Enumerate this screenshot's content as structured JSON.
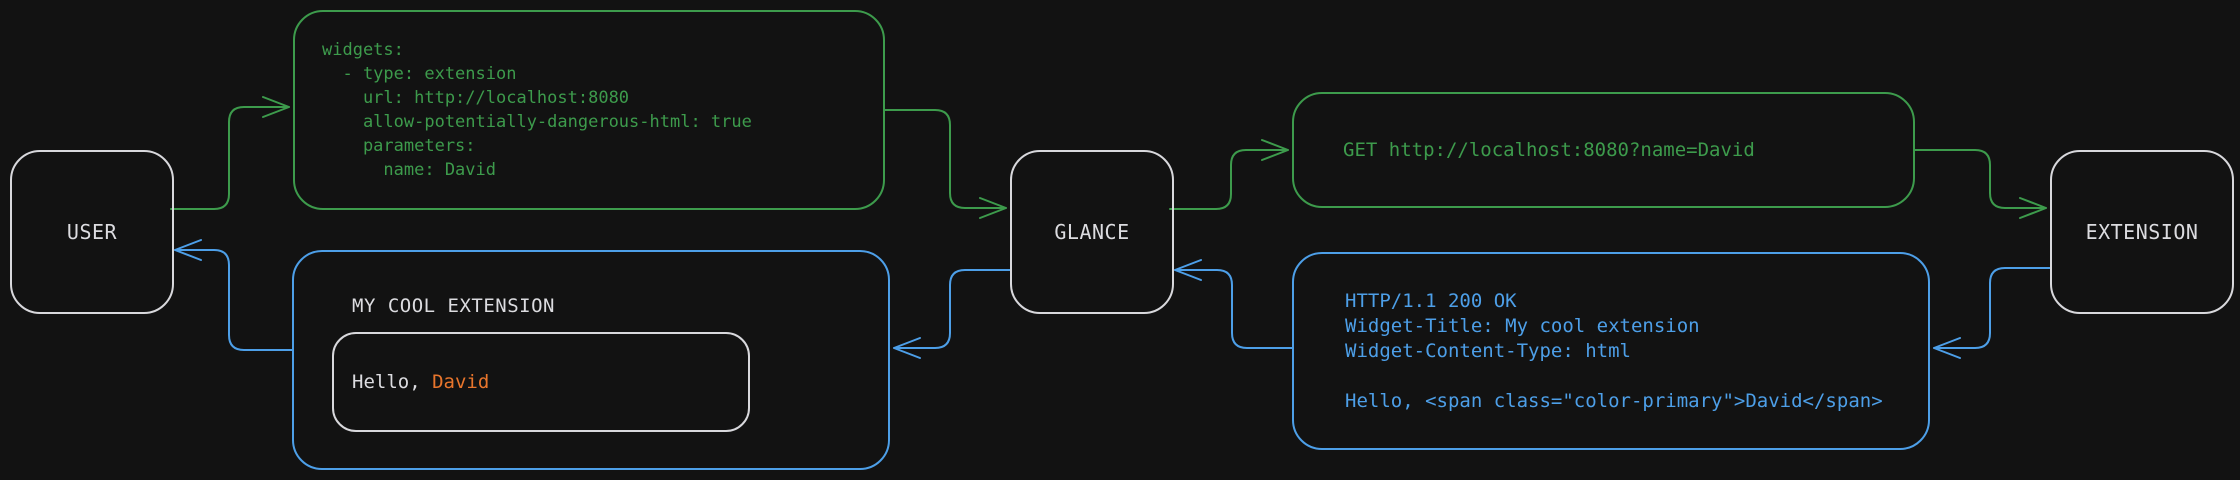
{
  "diagram": {
    "nodes": {
      "user": {
        "label": "USER"
      },
      "glance": {
        "label": "GLANCE"
      },
      "extension": {
        "label": "EXTENSION"
      }
    },
    "config_box": {
      "lines": [
        "widgets:",
        "  - type: extension",
        "    url: http://localhost:8080",
        "    allow-potentially-dangerous-html: true",
        "    parameters:",
        "      name: David"
      ]
    },
    "request_box": {
      "text": "GET http://localhost:8080?name=David"
    },
    "response_box": {
      "lines": [
        "HTTP/1.1 200 OK",
        "Widget-Title: My cool extension",
        "Widget-Content-Type: html",
        "",
        "Hello, <span class=\"color-primary\">David</span>"
      ]
    },
    "widget_box": {
      "title": "MY COOL EXTENSION",
      "greeting": {
        "prefix": "Hello, ",
        "name": "David"
      }
    },
    "colors": {
      "bg": "#121212",
      "green": "#3d9b4c",
      "blue": "#4d9fe8",
      "white": "#d8d8dc",
      "text": "#dcdce0",
      "orange": "#e8752c"
    }
  }
}
